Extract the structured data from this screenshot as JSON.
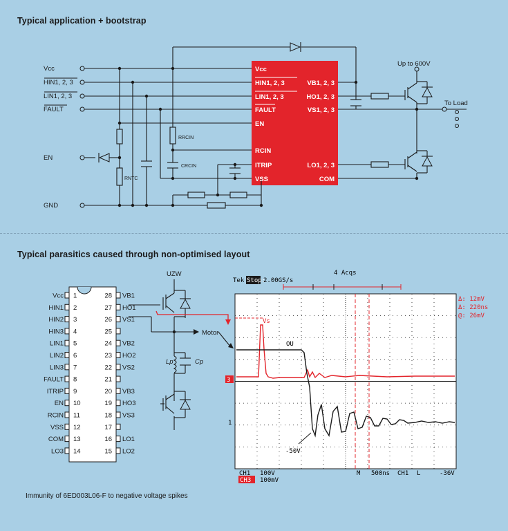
{
  "sections": {
    "top_title": "Typical application + bootstrap",
    "bottom_title": "Typical parasitics caused through non-optimised layout",
    "caption": "Immunity of 6ED003L06-F to negative voltage spikes"
  },
  "schematic": {
    "left_labels": [
      "Vcc",
      "HIN1, 2, 3",
      "LIN1, 2, 3",
      "FAULT",
      "EN",
      "GND"
    ],
    "ic_left_pins": [
      "Vcc",
      "HIN1, 2, 3",
      "LIN1, 2, 3",
      "FAULT",
      "EN",
      "RCIN",
      "ITRIP",
      "VSS"
    ],
    "ic_right_pins": [
      "VB1, 2, 3",
      "HO1, 2, 3",
      "VS1, 2, 3",
      "LO1, 2, 3",
      "COM"
    ],
    "component_labels": [
      "RRCIN",
      "CRCIN",
      "RNTC"
    ],
    "up_to": "Up to 600V",
    "to_load": "To Load",
    "colors": {
      "ic_fill": "#e3242b",
      "background": "#a9cfe5"
    }
  },
  "pinout": {
    "left": [
      {
        "n": "1",
        "label": "Vcc"
      },
      {
        "n": "2",
        "label": "HIN1"
      },
      {
        "n": "3",
        "label": "HIN2"
      },
      {
        "n": "4",
        "label": "HIN3"
      },
      {
        "n": "5",
        "label": "LIN1"
      },
      {
        "n": "6",
        "label": "LIN2"
      },
      {
        "n": "7",
        "label": "LIN3"
      },
      {
        "n": "8",
        "label": "FAULT"
      },
      {
        "n": "9",
        "label": "ITRIP"
      },
      {
        "n": "10",
        "label": "EN"
      },
      {
        "n": "11",
        "label": "RCIN"
      },
      {
        "n": "12",
        "label": "VSS"
      },
      {
        "n": "13",
        "label": "COM"
      },
      {
        "n": "14",
        "label": "LO3"
      }
    ],
    "right": [
      {
        "n": "28",
        "label": "VB1"
      },
      {
        "n": "27",
        "label": "HO1"
      },
      {
        "n": "26",
        "label": "VS1"
      },
      {
        "n": "25",
        "label": ""
      },
      {
        "n": "24",
        "label": "VB2"
      },
      {
        "n": "23",
        "label": "HO2"
      },
      {
        "n": "22",
        "label": "VS2"
      },
      {
        "n": "21",
        "label": ""
      },
      {
        "n": "20",
        "label": "VB3"
      },
      {
        "n": "19",
        "label": "HO3"
      },
      {
        "n": "18",
        "label": "VS3"
      },
      {
        "n": "17",
        "label": ""
      },
      {
        "n": "16",
        "label": "LO1"
      },
      {
        "n": "15",
        "label": "LO2"
      }
    ],
    "uzw": "UZW",
    "motor": "Motor",
    "lp": "Lp",
    "cp": "Cp"
  },
  "scope": {
    "header_tek": "Tek",
    "header_stop": "Stop:",
    "header_rate": "2.00GS/s",
    "header_acqs": "4 Acqs",
    "delta1": "Δ: 12mV",
    "delta2": "Δ: 220ns",
    "delta3": "@: 26mV",
    "vs_label": "Vs",
    "ou_label": "OU",
    "minus50": "-50V",
    "marker3": "3",
    "marker1": "1",
    "ch1_label": "CH1",
    "ch1_scale": "100V",
    "ch3_label": "CH3",
    "ch3_scale": "100mV",
    "m_label": "M",
    "timebase": "500ns",
    "trig_ch": "CH1",
    "trig_level": "-36V"
  }
}
